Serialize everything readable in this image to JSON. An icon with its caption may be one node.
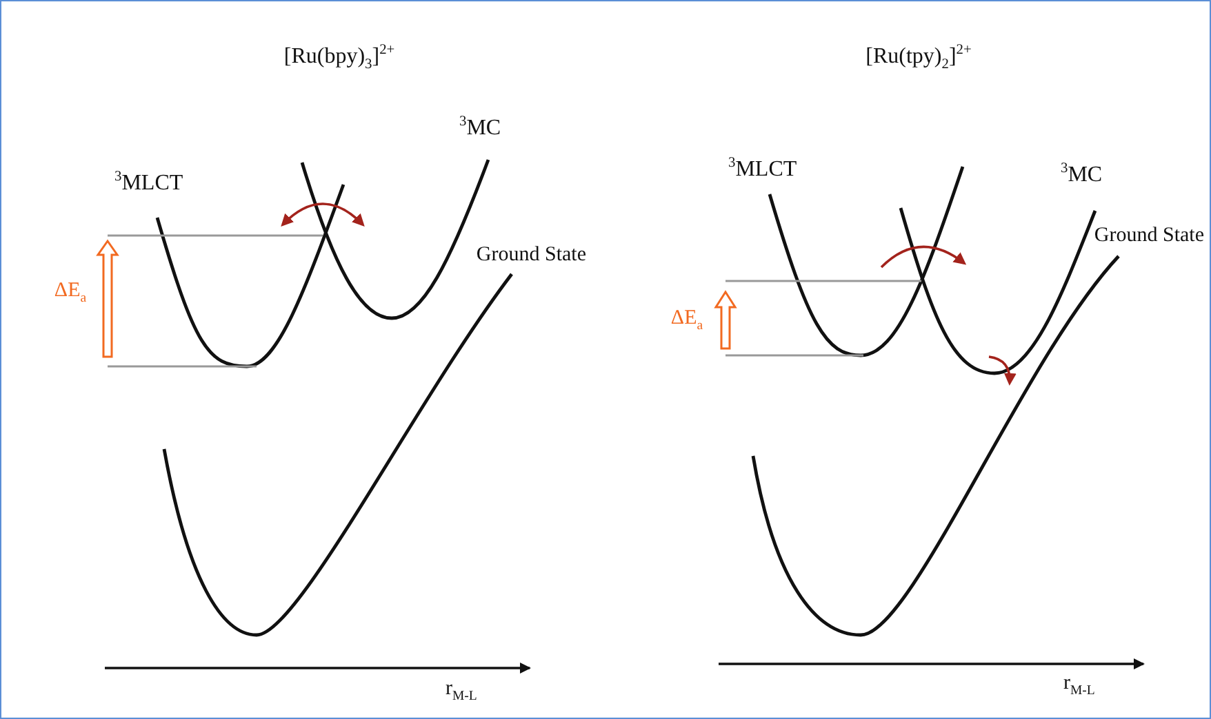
{
  "diagram": {
    "labels": [
      "[Ru(bpy)$_{3}$]$^{2+}$",
      "$^{3}$MC",
      "$^{3}$MLCT",
      "Ground State",
      "ΔE$_{a}$",
      "r$_{M-L}$",
      "[Ru(tpy)$_{2}$]$^{2+}$",
      "$^{3}$MLCT",
      "$^{3}$MC",
      "Ground State",
      "ΔE$_{a}$",
      "r$_{M-L}$"
    ]
  }
}
